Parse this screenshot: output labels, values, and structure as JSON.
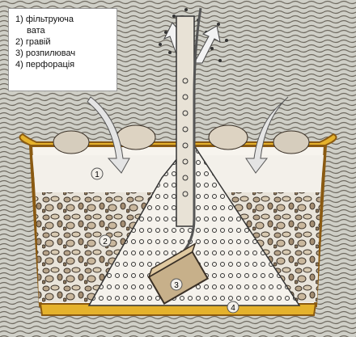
{
  "legend": {
    "items": [
      {
        "num": "1)",
        "text": "фільтруюча"
      },
      {
        "num": "",
        "text": "вата"
      },
      {
        "num": "2)",
        "text": "гравій"
      },
      {
        "num": "3)",
        "text": "розпилювач"
      },
      {
        "num": "4)",
        "text": "перфорація"
      }
    ]
  },
  "markers": [
    "1",
    "2",
    "3",
    "4"
  ],
  "colors": {
    "water_wave": "#6f6a60",
    "pot_rim": "#e5b22c",
    "pot_outline": "#8a5a12",
    "cotton": "#f3f0ea",
    "gravel": "#b7a48a",
    "tube": "#e8e2d6"
  }
}
